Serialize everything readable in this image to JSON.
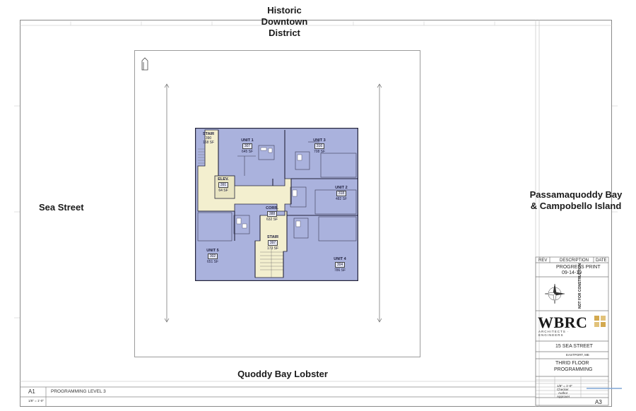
{
  "context": {
    "north": "Historic\nDowntown\nDistrict",
    "west": "Sea Street",
    "east": "Passamaquoddy Bay\n& Campobello Island",
    "south": "Quoddy Bay Lobster"
  },
  "rooms": [
    {
      "key": "stair-a",
      "name": "STAIR",
      "number": "390",
      "area": "168 SF"
    },
    {
      "key": "unit-1",
      "name": "UNIT 1",
      "number": "307",
      "area": "645 SF"
    },
    {
      "key": "unit-3",
      "name": "UNIT 3",
      "number": "316",
      "area": "708 SF"
    },
    {
      "key": "elev",
      "name": "ELEV.",
      "number": "391",
      "area": "64 SF"
    },
    {
      "key": "unit-2",
      "name": "UNIT 2",
      "number": "318",
      "area": "482 SF"
    },
    {
      "key": "corr",
      "name": "CORR.",
      "number": "388",
      "area": "632 SF"
    },
    {
      "key": "stair-b",
      "name": "STAIR",
      "number": "397",
      "area": "173 SF"
    },
    {
      "key": "unit-5",
      "name": "UNIT 5",
      "number": "302",
      "area": "651 SF"
    },
    {
      "key": "unit-4",
      "name": "UNIT 4",
      "number": "304",
      "area": "786 SF"
    }
  ],
  "title_block": {
    "rev_header": "REV",
    "desc_header": "DESCRIPTION",
    "date_header": "DATE",
    "issue": "PROGRESS PRINT",
    "issue_date": "09-14-10",
    "firm": "WBRC",
    "firm_sub": "ARCHITECTS · ENGINEERS",
    "stamp": "NOT FOR CONSTRUCTION",
    "project": "15 SEA STREET",
    "location": "EASTPORT, ME",
    "sheet_title_1": "THRID FLOOR",
    "sheet_title_2": "PROGRAMMING",
    "scale": "1/8\" = 1'-0\"",
    "checked": "Checker",
    "author": "Author",
    "approver": "Approver",
    "sheet_no": "A3"
  },
  "bottom_bar": {
    "view_id": "A1",
    "view_name": "PROGRAMMING LEVEL 3",
    "view_scale": "1/8\" = 1'-0\""
  },
  "colors": {
    "unit": "#aab2dd",
    "common": "#f3efcf",
    "wall": "#23233a",
    "line": "#888888"
  }
}
